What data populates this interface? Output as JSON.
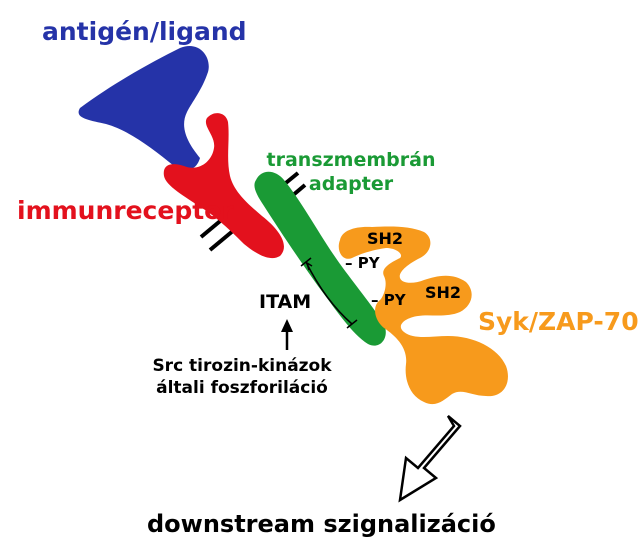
{
  "colors": {
    "antigen": "#2533a8",
    "receptor": "#e3111d",
    "adapter": "#1a9a35",
    "syk": "#f79a1c",
    "outline": "#000000",
    "background": "#ffffff"
  },
  "labels": {
    "antigen": "antigén/ligand",
    "immunoreceptor": "immunreceptor",
    "adapter_line1": "transzmembrán",
    "adapter_line2": "adapter",
    "sh2_upper": "SH2",
    "sh2_lower": "SH2",
    "py_upper": "– PY",
    "py_lower": "– PY",
    "itam": "ITAM",
    "syk": "Syk/ZAP-70",
    "src_line1": "Src tirozin-kinázok",
    "src_line2": "általi foszforiláció",
    "downstream": "downstream szignalizáció"
  },
  "icons": {
    "itam_arrow": "up-arrow-icon",
    "signal_arrow": "outlined-down-left-arrow-icon",
    "span_arrow": "double-headed-arrow-icon"
  }
}
